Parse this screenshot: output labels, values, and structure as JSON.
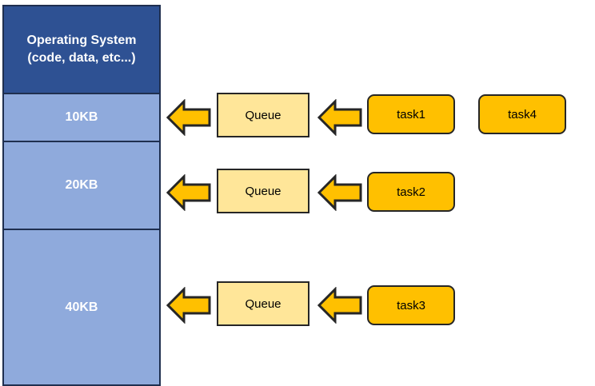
{
  "memory": {
    "os_line1": "Operating System",
    "os_line2": "(code, data, etc...)",
    "partitions": [
      {
        "label": "10KB"
      },
      {
        "label": "20KB"
      },
      {
        "label": "40KB"
      }
    ]
  },
  "rows": [
    {
      "queue_label": "Queue",
      "tasks": [
        "task1",
        "task4"
      ]
    },
    {
      "queue_label": "Queue",
      "tasks": [
        "task2"
      ]
    },
    {
      "queue_label": "Queue",
      "tasks": [
        "task3"
      ]
    }
  ],
  "colors": {
    "os_block": "#2e5193",
    "partition": "#8faadc",
    "queue_fill": "#ffe699",
    "task_fill": "#ffc000",
    "arrow_fill": "#ffc000"
  }
}
